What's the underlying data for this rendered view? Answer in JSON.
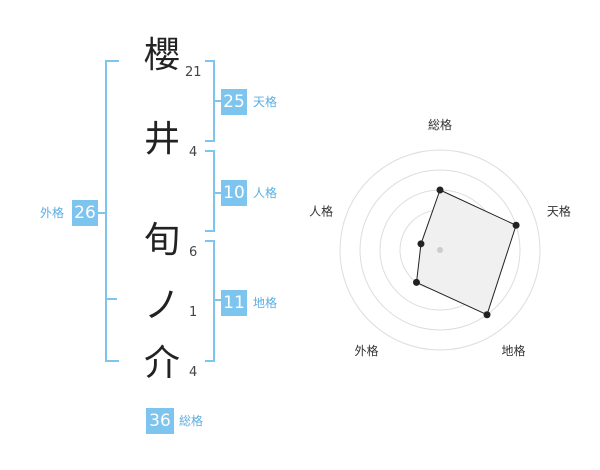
{
  "name": {
    "chars": [
      {
        "char": "櫻",
        "strokes": "21"
      },
      {
        "char": "井",
        "strokes": "4"
      },
      {
        "char": "旬",
        "strokes": "6"
      },
      {
        "char": "ノ",
        "strokes": "1"
      },
      {
        "char": "介",
        "strokes": "4"
      }
    ]
  },
  "kaku": {
    "tenkaku": {
      "label": "天格",
      "value": "25"
    },
    "jinkaku": {
      "label": "人格",
      "value": "10"
    },
    "chikaku": {
      "label": "地格",
      "value": "11"
    },
    "gaikaku": {
      "label": "外格",
      "value": "26"
    },
    "soukaku": {
      "label": "総格",
      "value": "36"
    }
  },
  "colors": {
    "accent": "#7dc4ee",
    "fill": "#f0f0f0",
    "ring": "#dddddd"
  },
  "chart_data": {
    "type": "radar",
    "axes": [
      "総格",
      "天格",
      "地格",
      "外格",
      "人格"
    ],
    "rmax": 5,
    "values": [
      3,
      4,
      4,
      2,
      1
    ]
  }
}
